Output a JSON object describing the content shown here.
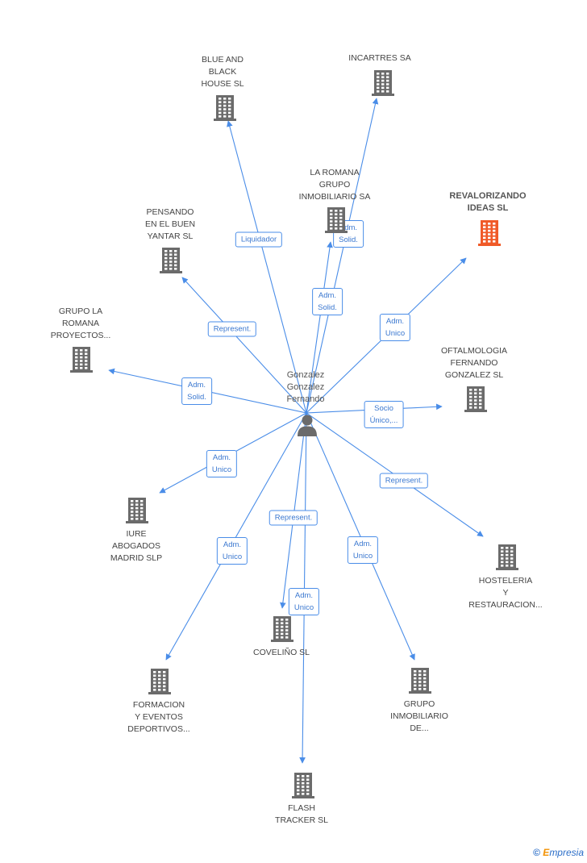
{
  "center": {
    "label": "Gonzalez\nGonzalez\nFernando",
    "icon": "person-icon"
  },
  "companies": [
    {
      "id": "blue",
      "label": "BLUE AND\nBLACK\nHOUSE SL",
      "highlight": false
    },
    {
      "id": "incartres",
      "label": "INCARTRES SA",
      "highlight": false
    },
    {
      "id": "laromana",
      "label": "LA ROMANA\nGRUPO\nINMOBILIARIO SA",
      "highlight": false
    },
    {
      "id": "revalorizando",
      "label": "REVALORIZANDO\nIDEAS SL",
      "highlight": true
    },
    {
      "id": "pensando",
      "label": "PENSANDO\nEN EL BUEN\nYANTAR  SL",
      "highlight": false
    },
    {
      "id": "grupolaromana",
      "label": "GRUPO LA\nROMANA\nPROYECTOS...",
      "highlight": false
    },
    {
      "id": "oftalmologia",
      "label": "OFTALMOLOGIA\nFERNANDO\nGONZALEZ SL",
      "highlight": false
    },
    {
      "id": "iure",
      "label": "IURE\nABOGADOS\nMADRID SLP",
      "highlight": false
    },
    {
      "id": "hosteleria",
      "label": "HOSTELERIA\nY\nRESTAURACION...",
      "highlight": false
    },
    {
      "id": "coveliño",
      "label": "COVELIÑO  SL",
      "highlight": false
    },
    {
      "id": "formacion",
      "label": "FORMACION\nY EVENTOS\nDEPORTIVOS...",
      "highlight": false
    },
    {
      "id": "grupoinmob",
      "label": "GRUPO\nINMOBILIARIO\nDE...",
      "highlight": false
    },
    {
      "id": "flash",
      "label": "FLASH\nTRACKER  SL",
      "highlight": false
    }
  ],
  "edges": [
    {
      "to": "blue",
      "label": "Liquidador"
    },
    {
      "to": "incartres",
      "label": "Adm.\nSolid."
    },
    {
      "to": "laromana",
      "label": "Adm.\nSolid."
    },
    {
      "to": "revalorizando",
      "label": "Adm.\nUnico"
    },
    {
      "to": "pensando",
      "label": "Represent."
    },
    {
      "to": "grupolaromana",
      "label": "Adm.\nSolid."
    },
    {
      "to": "oftalmologia",
      "label": "Socio\nÚnico,..."
    },
    {
      "to": "iure",
      "label": "Adm.\nUnico"
    },
    {
      "to": "hosteleria",
      "label": "Represent."
    },
    {
      "to": "coveliño",
      "label": "Represent."
    },
    {
      "to": "formacion",
      "label": "Adm.\nUnico"
    },
    {
      "to": "grupoinmob",
      "label": "Adm.\nUnico"
    },
    {
      "to": "flash",
      "label": "Adm.\nUnico"
    }
  ],
  "colors": {
    "edge": "#4a8de8",
    "building": "#6b6b6b",
    "highlight": "#f05a28"
  },
  "footer": {
    "copyright": "©",
    "brand_e": "E",
    "brand_rest": "mpresia"
  }
}
